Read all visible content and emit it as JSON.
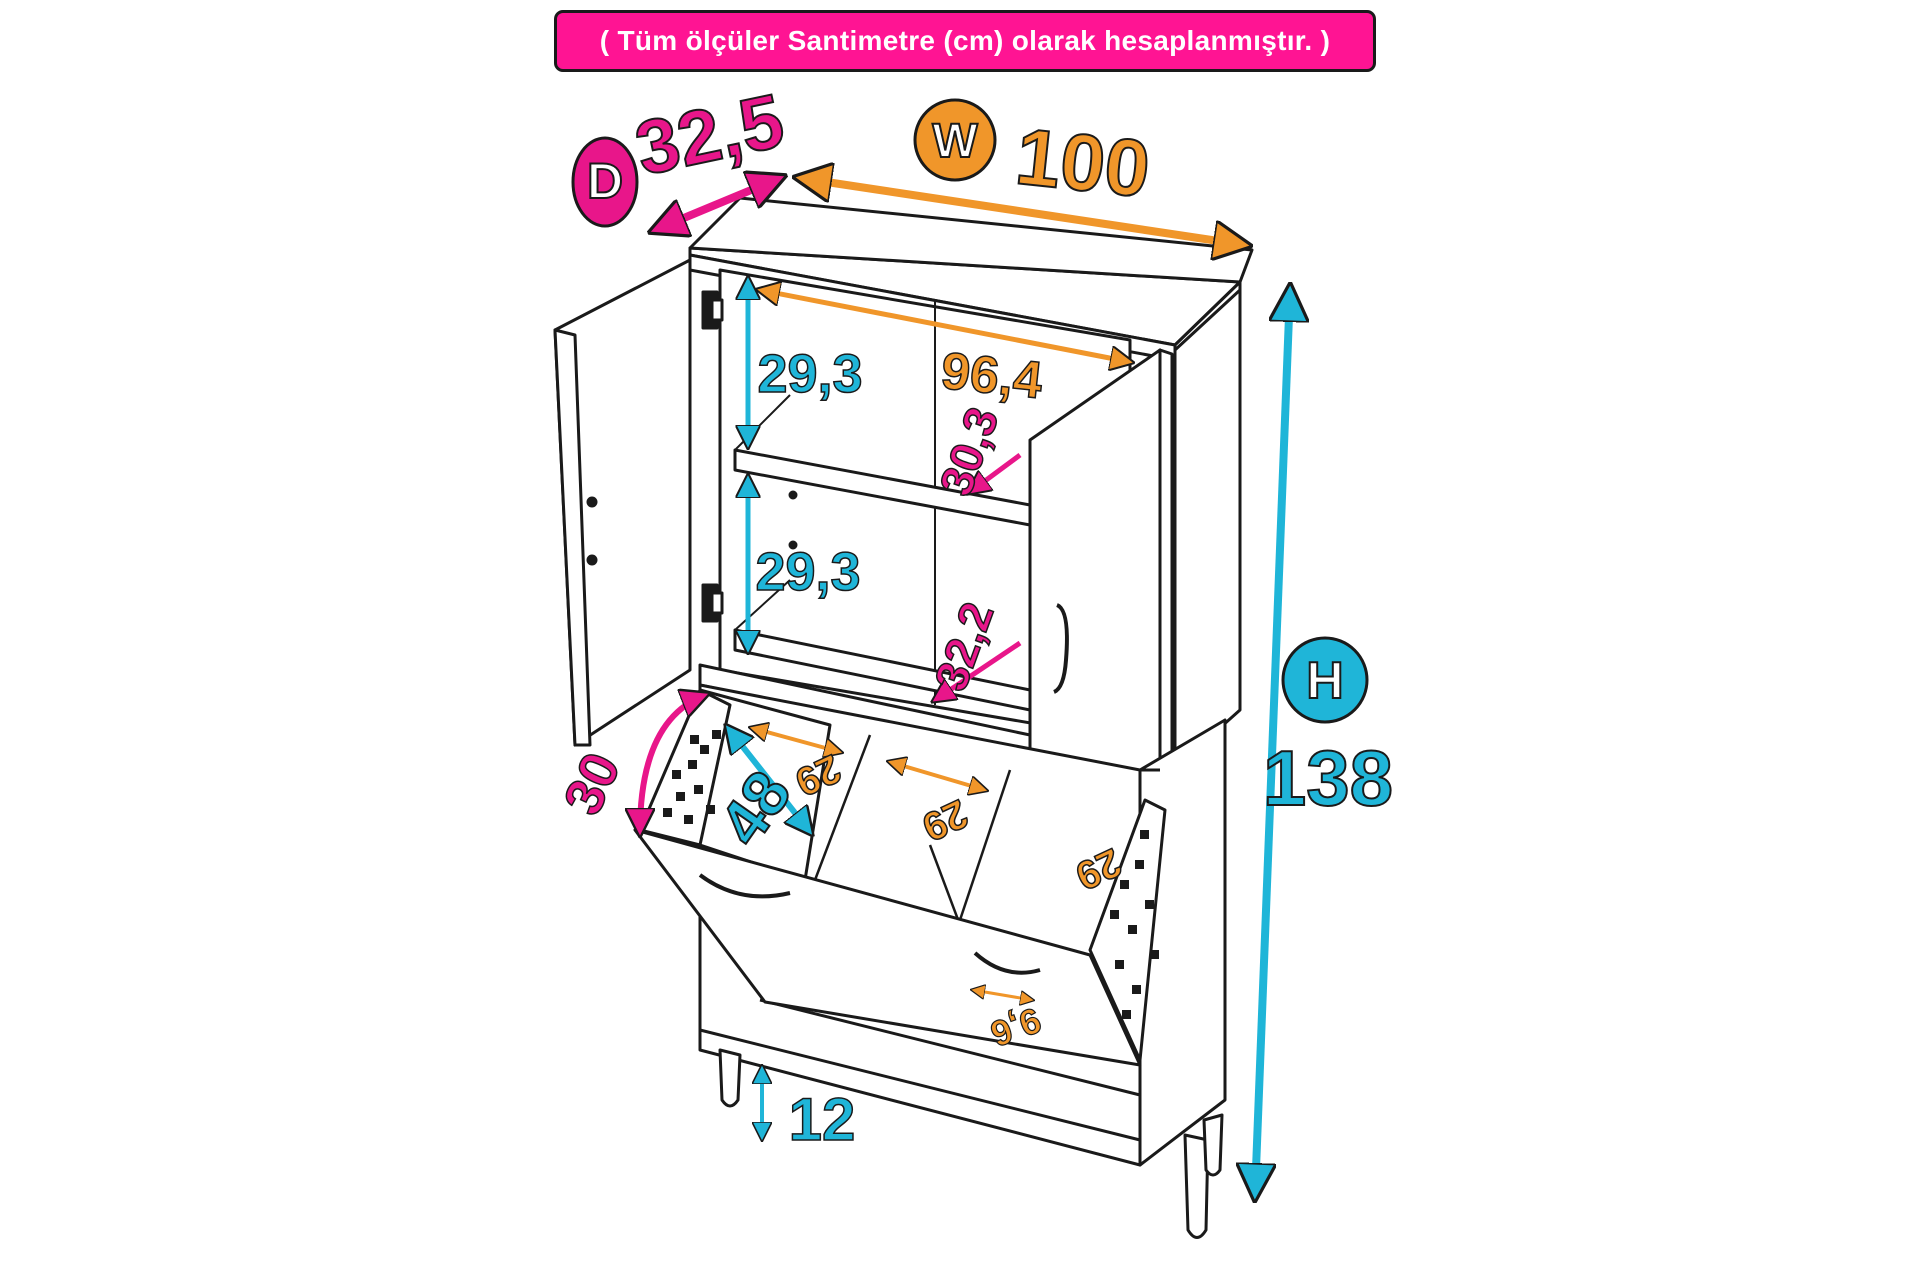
{
  "banner": {
    "text": "( Tüm ölçüler Santimetre (cm) olarak hesaplanmıştır. )"
  },
  "colors": {
    "banner_bg": "#ff1493",
    "depth": "#e8168a",
    "width": "#f0962a",
    "height": "#1fb5d8",
    "outline": "#1a1a1a"
  },
  "overall": {
    "depth": {
      "badge": "D",
      "value": "32,5"
    },
    "width": {
      "badge": "W",
      "value": "100"
    },
    "height": {
      "badge": "H",
      "value": "138"
    }
  },
  "inner": {
    "inner_width": "96,4",
    "shelf_height_top": "29,3",
    "shelf_height_bottom": "29,3",
    "shelf_depth_top": "30,3",
    "shelf_depth_bottom": "32,2",
    "basket_angle": "30",
    "basket_depth": "48",
    "compartment_width_1": "29",
    "compartment_width_2": "29",
    "compartment_width_3": "29",
    "handle_width": "9,6",
    "leg_height": "12"
  }
}
